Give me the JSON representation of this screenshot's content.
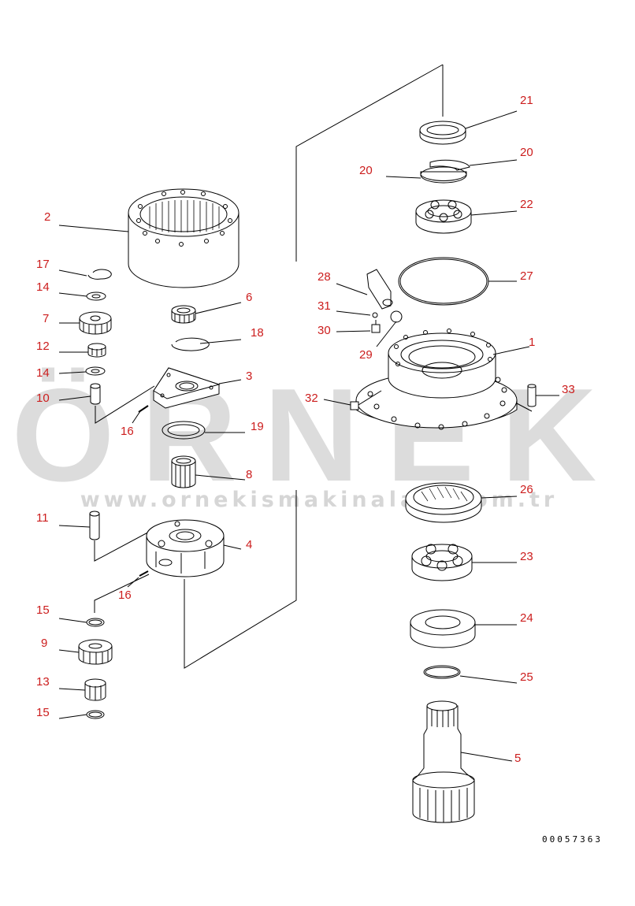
{
  "diagram": {
    "watermark": {
      "word": "ÖRNEK",
      "url": "www.ornekismakinalari.com.tr"
    },
    "doc_code": "00057363",
    "callouts": [
      {
        "id": "lbl-21",
        "text": "21"
      },
      {
        "id": "lbl-20a",
        "text": "20"
      },
      {
        "id": "lbl-20b",
        "text": "20"
      },
      {
        "id": "lbl-22",
        "text": "22"
      },
      {
        "id": "lbl-2",
        "text": "2"
      },
      {
        "id": "lbl-27",
        "text": "27"
      },
      {
        "id": "lbl-28",
        "text": "28"
      },
      {
        "id": "lbl-17",
        "text": "17"
      },
      {
        "id": "lbl-14a",
        "text": "14"
      },
      {
        "id": "lbl-6",
        "text": "6"
      },
      {
        "id": "lbl-31",
        "text": "31"
      },
      {
        "id": "lbl-7",
        "text": "7"
      },
      {
        "id": "lbl-30",
        "text": "30"
      },
      {
        "id": "lbl-18",
        "text": "18"
      },
      {
        "id": "lbl-1",
        "text": "1"
      },
      {
        "id": "lbl-12",
        "text": "12"
      },
      {
        "id": "lbl-29",
        "text": "29"
      },
      {
        "id": "lbl-14b",
        "text": "14"
      },
      {
        "id": "lbl-3",
        "text": "3"
      },
      {
        "id": "lbl-33",
        "text": "33"
      },
      {
        "id": "lbl-10",
        "text": "10"
      },
      {
        "id": "lbl-32",
        "text": "32"
      },
      {
        "id": "lbl-16a",
        "text": "16"
      },
      {
        "id": "lbl-19",
        "text": "19"
      },
      {
        "id": "lbl-8",
        "text": "8"
      },
      {
        "id": "lbl-26",
        "text": "26"
      },
      {
        "id": "lbl-11",
        "text": "11"
      },
      {
        "id": "lbl-4",
        "text": "4"
      },
      {
        "id": "lbl-23",
        "text": "23"
      },
      {
        "id": "lbl-16b",
        "text": "16"
      },
      {
        "id": "lbl-15a",
        "text": "15"
      },
      {
        "id": "lbl-24",
        "text": "24"
      },
      {
        "id": "lbl-9",
        "text": "9"
      },
      {
        "id": "lbl-25",
        "text": "25"
      },
      {
        "id": "lbl-13",
        "text": "13"
      },
      {
        "id": "lbl-5",
        "text": "5"
      },
      {
        "id": "lbl-15b",
        "text": "15"
      }
    ]
  }
}
